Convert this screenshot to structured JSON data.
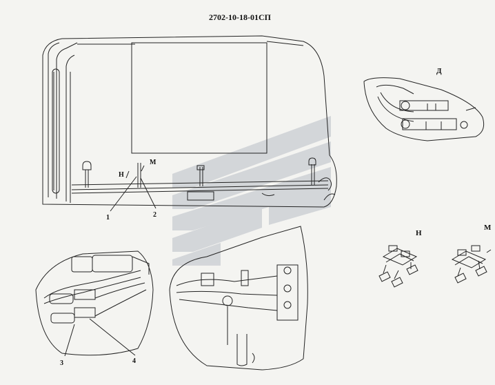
{
  "drawing": {
    "title": "2702-10-18-01СП",
    "views": {
      "d": "Д",
      "n": "Н",
      "m": "М"
    },
    "callouts": {
      "c1": "1",
      "c2": "2",
      "c3": "3",
      "c4": "4",
      "n": "Н",
      "m": "М"
    }
  },
  "colors": {
    "line": "#222222",
    "paper": "#f4f4f1",
    "watermark": "#c9ccd2"
  }
}
